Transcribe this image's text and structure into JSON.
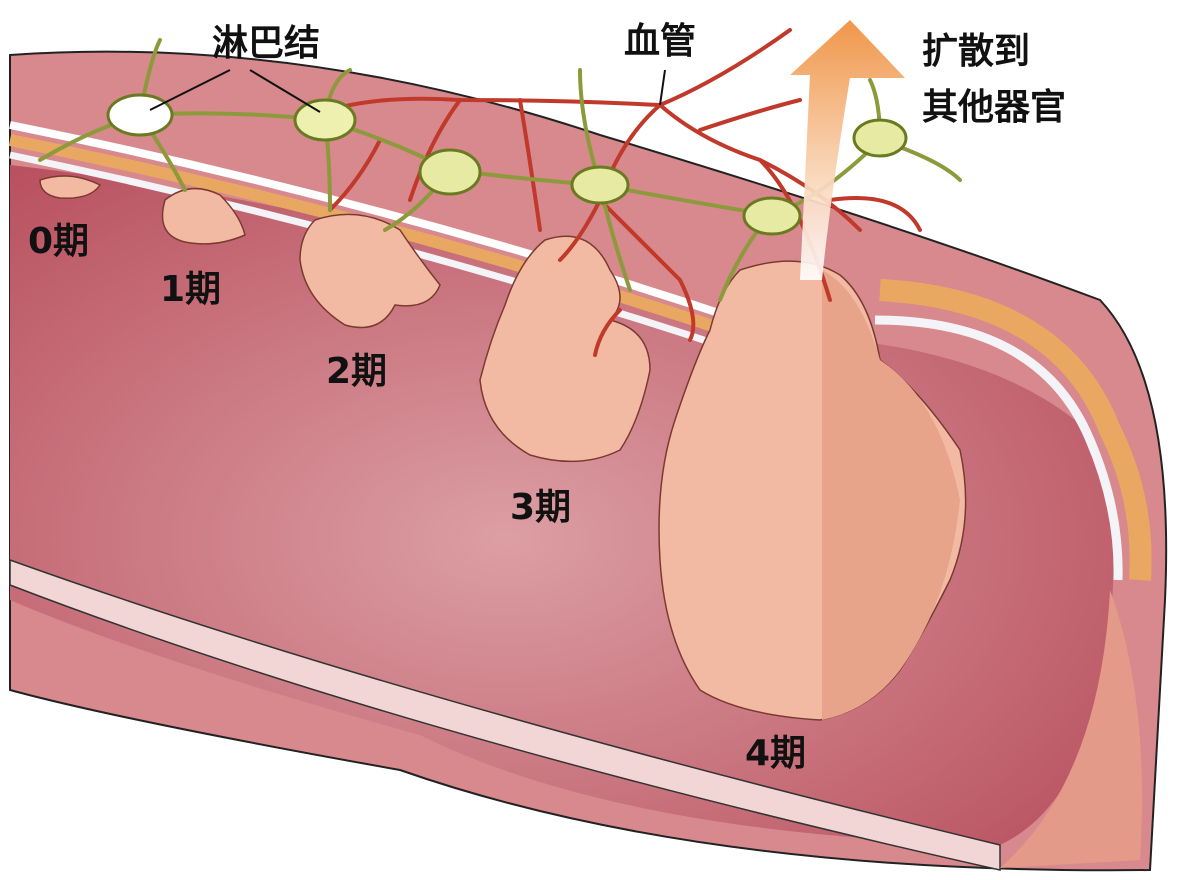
{
  "labels": {
    "lymph_node": "淋巴结",
    "blood_vessel": "血管",
    "spread_line1": "扩散到",
    "spread_line2": "其他器官",
    "stages": [
      "0期",
      "1期",
      "2期",
      "3期",
      "4期"
    ]
  },
  "colors": {
    "tissue": "#d98c8f",
    "lumen": "#c4636e",
    "tumor": "#f2baa2",
    "vessel": "#c0392b",
    "lymph": "#8c9a3c",
    "node": "#e6eaa2",
    "muscle_layer": "#e9a862",
    "arrow": "#f0a050"
  }
}
